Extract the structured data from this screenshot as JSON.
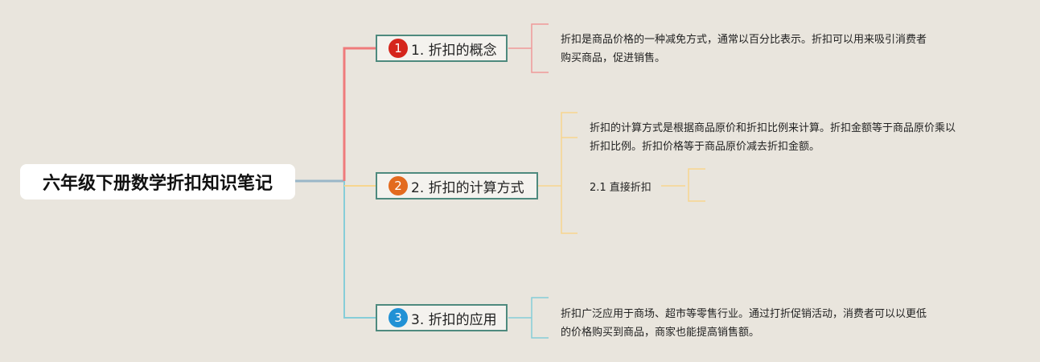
{
  "root": {
    "title": "六年级下册数学折扣知识笔记"
  },
  "branches": [
    {
      "number": "1",
      "label": "1. 折扣的概念",
      "color": "#ef7b7b",
      "badge_color": "#d5251c",
      "notes": [
        "折扣是商品价格的一种减免方式，通常以百分比表示。折扣可以用来吸引消费者",
        "购买商品，促进销售。"
      ]
    },
    {
      "number": "2",
      "label": "2. 折扣的计算方式",
      "color": "#f7d58e",
      "badge_color": "#e36a1e",
      "notes": [
        "折扣的计算方式是根据商品原价和折扣比例来计算。折扣金额等于商品原价乘以",
        "折扣比例。折扣价格等于商品原价减去折扣金额。"
      ],
      "sub": {
        "label": "2.1 直接折扣"
      }
    },
    {
      "number": "3",
      "label": "3. 折扣的应用",
      "color": "#86cdd8",
      "badge_color": "#2191d5",
      "notes": [
        "折扣广泛应用于商场、超市等零售行业。通过打折促销活动，消费者可以以更低",
        "的价格购买到商品，商家也能提高销售额。"
      ]
    }
  ]
}
